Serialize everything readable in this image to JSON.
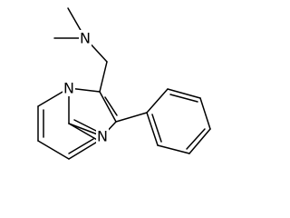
{
  "molecule": {
    "atoms": {
      "amine_nitrogen": "N",
      "bridgehead_nitrogen": "N",
      "ring_nitrogen": "N"
    },
    "colors": {
      "bond": "#000000",
      "label": "#000000",
      "background": "#ffffff"
    }
  }
}
